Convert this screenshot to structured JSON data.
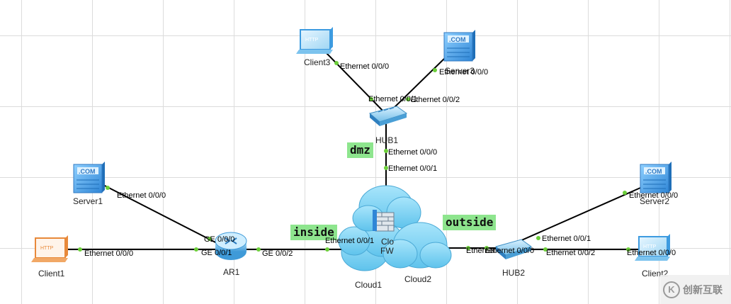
{
  "devices": {
    "client1": "Client1",
    "server1": "Server1",
    "ar1": "AR1",
    "cloud1": "Cloud1",
    "cloud2": "Cloud2",
    "fw": "FW",
    "fw_partial": "Clo",
    "hub1": "HUB1",
    "hub2": "HUB2",
    "client3": "Client3",
    "server3": "Server3",
    "server2": "Server2",
    "client2": "Client2"
  },
  "zones": {
    "dmz": "dmz",
    "inside": "inside",
    "outside": "outside"
  },
  "ports": {
    "client1_eth": "Ethernet 0/0/0",
    "server1_eth": "Ethernet 0/0/0",
    "ar1_ge000": "GE 0/0/0",
    "ar1_ge001": "GE 0/0/1",
    "ar1_ge002": "GE 0/0/2",
    "cloud1_eth001": "Ethernet 0/0/1",
    "client3_eth": "Ethernet 0/0/0",
    "server3_eth": "Ethernet 0/0/0",
    "hub1_eth001": "Ethernet 0/0/1",
    "hub1_eth002": "Ethernet 0/0/2",
    "fw_eth000": "Ethernet 0/0/0",
    "fw_eth001": "Ethernet 0/0/1",
    "hub2_eth000": "Ethernet 0/0/0",
    "hub2_left_overlap": "Ethernet",
    "hub2_eth001": "Ethernet 0/0/1",
    "hub2_eth002": "Ethernet 0/0/2",
    "server2_eth": "Ethernet 0/0/0",
    "client2_eth": "Ethernet 0/0/0"
  },
  "icon_labels": {
    "http": "HTTP",
    "com": ".COM"
  },
  "watermark": {
    "text": "创新互联",
    "logo_glyph": "K"
  },
  "colors": {
    "link": "#000000",
    "port_dot": "#6ccf3a",
    "zone_bg": "#8ee58e",
    "server_blue": "#3d9be0",
    "client_orange": "#e8893a",
    "cloud_blue": "#7fd1f2"
  }
}
